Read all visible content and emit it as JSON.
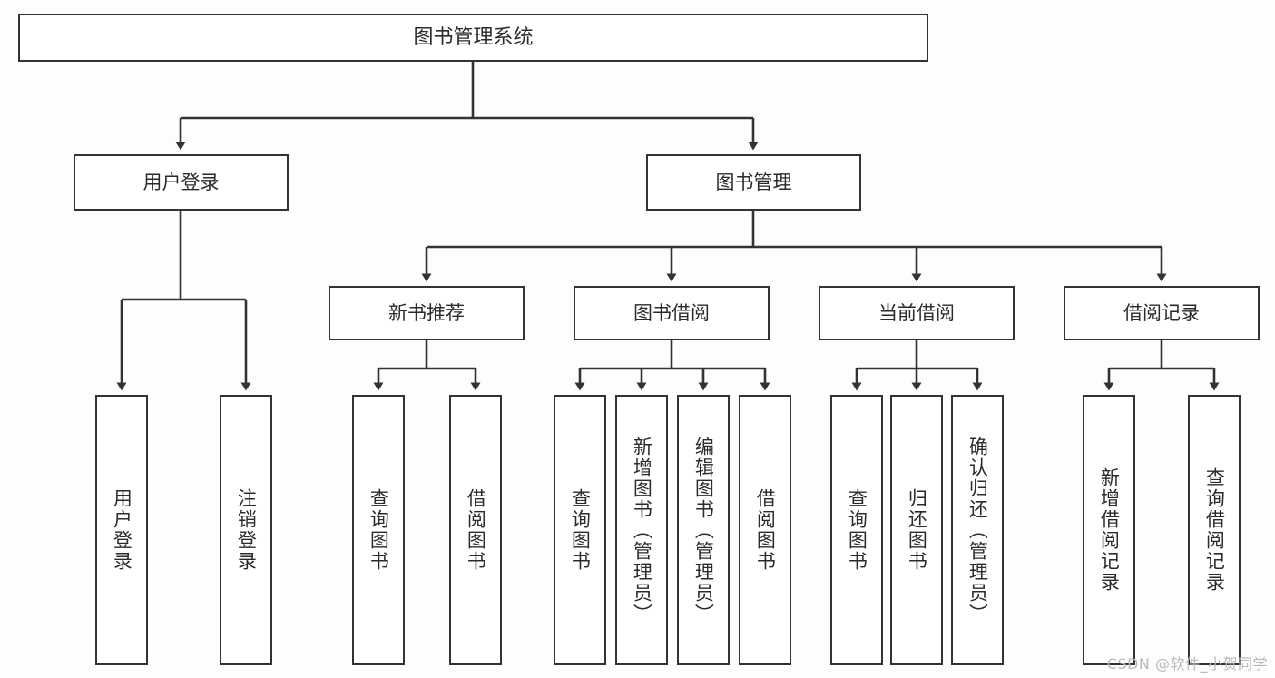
{
  "diagram": {
    "title": "图书管理系统",
    "type": "tree-hierarchy",
    "nodes": {
      "root": {
        "label": "图书管理系统"
      },
      "level2": [
        {
          "id": "user-login",
          "label": "用户登录"
        },
        {
          "id": "book-manage",
          "label": "图书管理"
        }
      ],
      "level3": [
        {
          "id": "new-book-recommend",
          "label": "新书推荐"
        },
        {
          "id": "book-borrow",
          "label": "图书借阅"
        },
        {
          "id": "current-borrow",
          "label": "当前借阅"
        },
        {
          "id": "borrow-record",
          "label": "借阅记录"
        }
      ],
      "leaves": [
        {
          "id": "leaf-user-login",
          "label": "用户登录",
          "parent": "user-login"
        },
        {
          "id": "leaf-logout-login",
          "label": "注销登录",
          "parent": "user-login"
        },
        {
          "id": "leaf-query-book-1",
          "label": "查询图书",
          "parent": "new-book-recommend"
        },
        {
          "id": "leaf-borrow-book-1",
          "label": "借阅图书",
          "parent": "new-book-recommend"
        },
        {
          "id": "leaf-query-book-2",
          "label": "查询图书",
          "parent": "book-borrow"
        },
        {
          "id": "leaf-add-book",
          "label": "新增图书（管理员）",
          "parent": "book-borrow"
        },
        {
          "id": "leaf-edit-book",
          "label": "编辑图书（管理员）",
          "parent": "book-borrow"
        },
        {
          "id": "leaf-borrow-book-2",
          "label": "借阅图书",
          "parent": "book-borrow"
        },
        {
          "id": "leaf-query-book-3",
          "label": "查询图书",
          "parent": "current-borrow"
        },
        {
          "id": "leaf-return-book",
          "label": "归还图书",
          "parent": "current-borrow"
        },
        {
          "id": "leaf-confirm-return",
          "label": "确认归还（管理员）",
          "parent": "current-borrow"
        },
        {
          "id": "leaf-add-record",
          "label": "新增借阅记录",
          "parent": "borrow-record"
        },
        {
          "id": "leaf-query-record",
          "label": "查询借阅记录",
          "parent": "borrow-record"
        }
      ]
    },
    "colors": {
      "border": "#333333",
      "node_fill": "#ffffff",
      "text": "#2b2b2b",
      "connector": "#333333",
      "background": "#fdfdfd",
      "watermark": "#b9b9b9"
    }
  },
  "watermark": {
    "text": "CSDN @软件_小贺同学"
  }
}
